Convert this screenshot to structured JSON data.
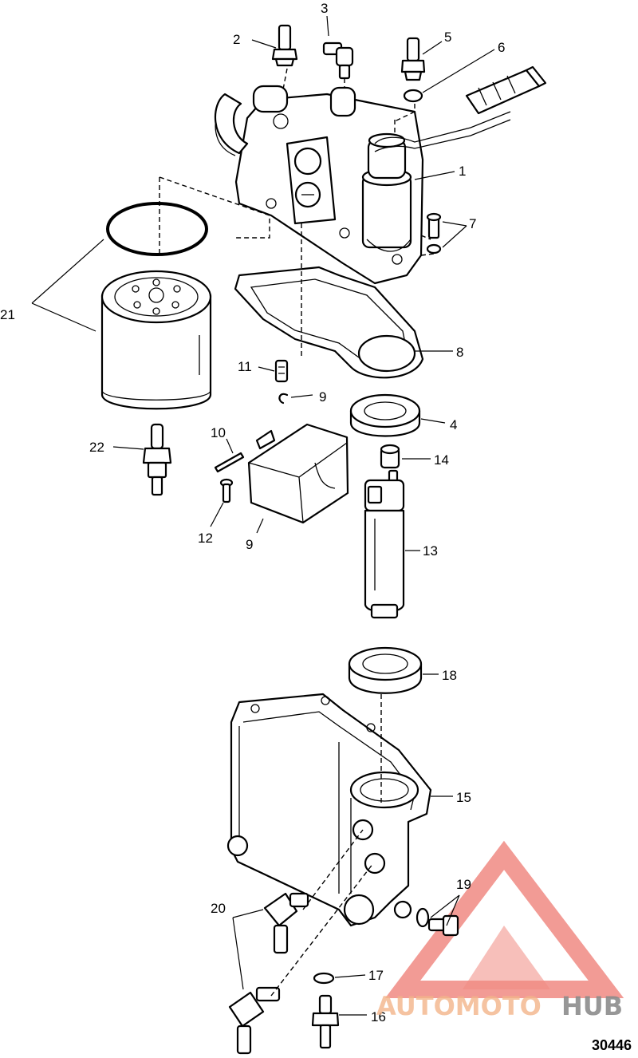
{
  "callouts": [
    "1",
    "2",
    "3",
    "4",
    "5",
    "6",
    "7",
    "8",
    "9",
    "9",
    "10",
    "11",
    "12",
    "13",
    "14",
    "15",
    "16",
    "17",
    "18",
    "19",
    "20",
    "21",
    "22"
  ],
  "reference_number": "30446",
  "watermark": {
    "part1": "AUTOMOTO",
    "part2": "HUB",
    "color_accent": "#f3b58a",
    "color_triangle": "#f08a82",
    "color_dark": "#8c8c8c"
  }
}
